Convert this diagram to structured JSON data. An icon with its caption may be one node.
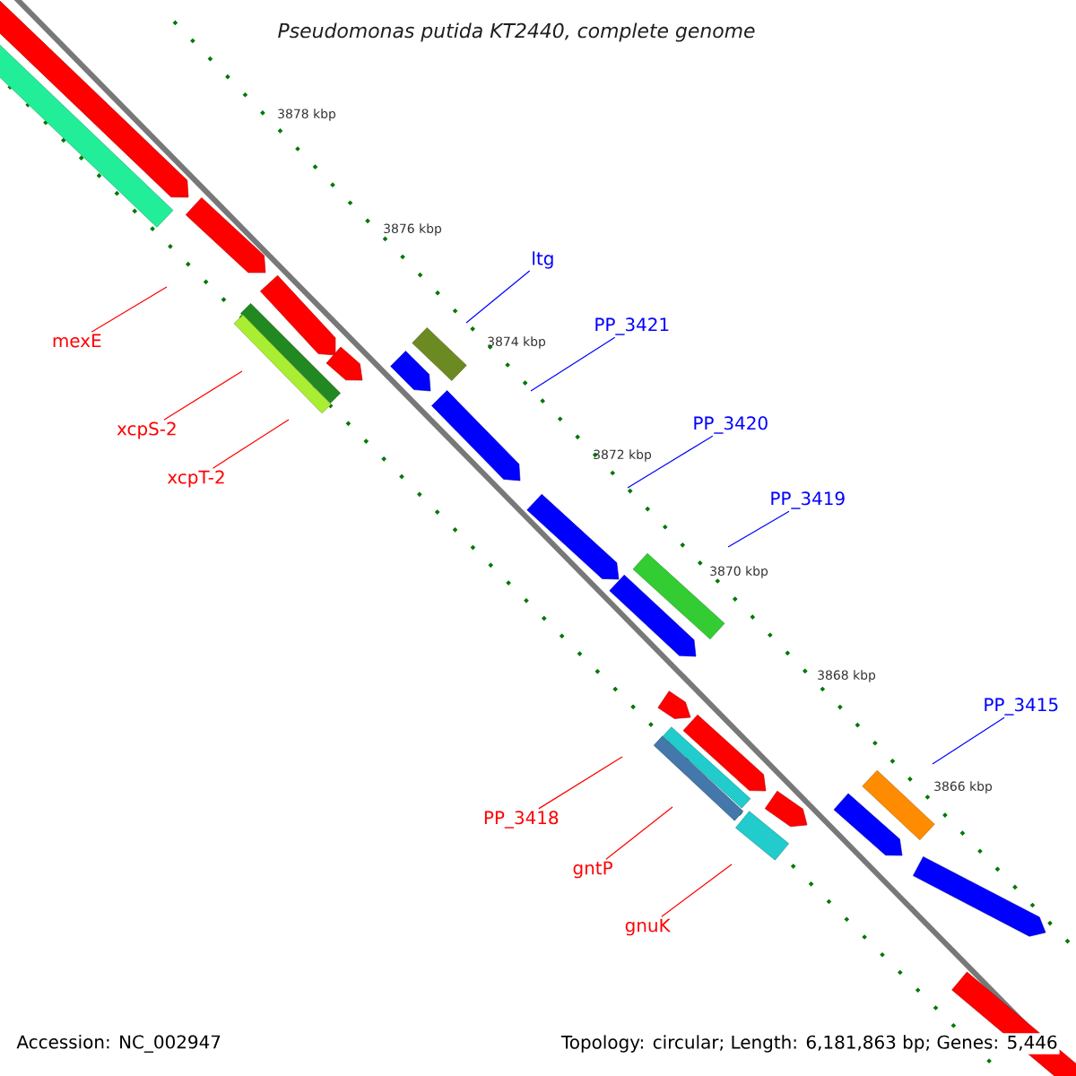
{
  "diagram": {
    "title": "Pseudomonas putida KT2440, complete genome",
    "nodes": [
      {
        "text": [
          "mexE"
        ]
      },
      {
        "text": [
          "xcpS-2"
        ]
      },
      {
        "text": [
          "xcpT-2"
        ]
      },
      {
        "text": [
          "ltg"
        ]
      },
      {
        "text": [
          "PP_3421"
        ]
      },
      {
        "text": [
          "PP_3420"
        ]
      },
      {
        "text": [
          "PP_3419"
        ]
      },
      {
        "text": [
          "PP_3418"
        ]
      },
      {
        "text": [
          "gntP"
        ]
      },
      {
        "text": [
          "gnuK"
        ]
      },
      {
        "text": [
          "PP_3415"
        ]
      }
    ],
    "edges": [
      {
        "from": 0,
        "to": null,
        "arrow": "none"
      },
      {
        "from": 1,
        "to": null,
        "arrow": "none"
      },
      {
        "from": 2,
        "to": null,
        "arrow": "none"
      },
      {
        "from": 3,
        "to": null,
        "arrow": "none",
        "color": "#0000ff"
      },
      {
        "from": 4,
        "to": null,
        "arrow": "none",
        "color": "#0000ff"
      },
      {
        "from": 5,
        "to": null,
        "arrow": "none",
        "color": "#0000ff"
      },
      {
        "from": 6,
        "to": null,
        "arrow": "none",
        "color": "#0000ff"
      },
      {
        "from": 7,
        "to": null,
        "arrow": "none"
      },
      {
        "from": 8,
        "to": null,
        "arrow": "none"
      },
      {
        "from": 9,
        "to": null,
        "arrow": "none"
      },
      {
        "from": 10,
        "to": null,
        "arrow": "none",
        "color": "#0000ff"
      }
    ],
    "labels": [
      "3878 kbp",
      "3876 kbp",
      "3874 kbp",
      "3872 kbp",
      "3870 kbp",
      "3868 kbp",
      "3866 kbp",
      "Accession: NC_002947",
      "Topology: circular; Length: 6,181,863 bp; Genes: 5,446"
    ]
  }
}
